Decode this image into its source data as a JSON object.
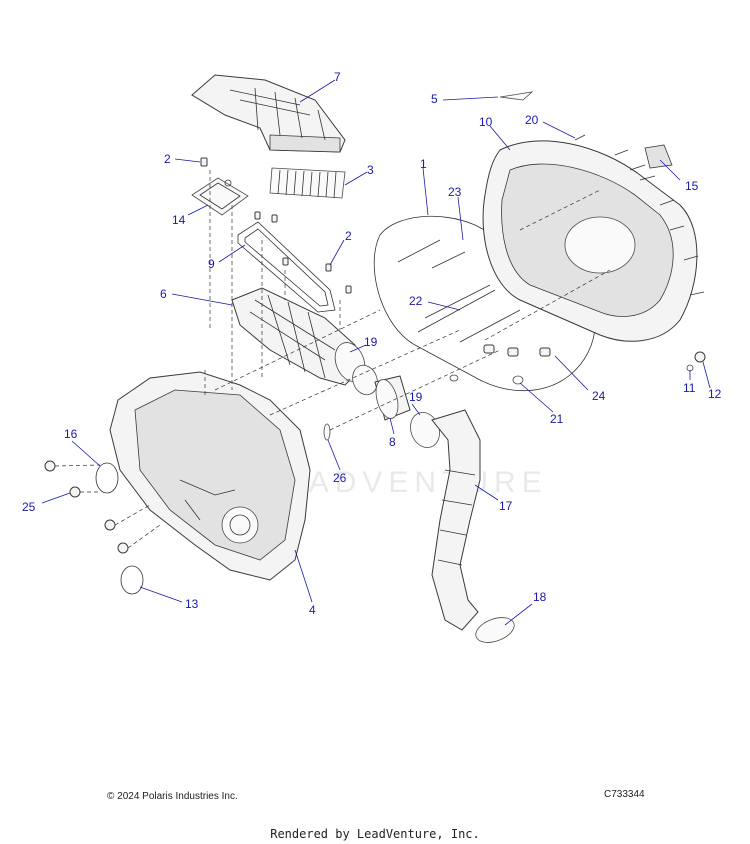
{
  "footer": {
    "copyright": "© 2024 Polaris Industries Inc.",
    "diagram_code": "C733344",
    "rendered_by": "Rendered by LeadVenture, Inc."
  },
  "watermark": "LEADVENTURE",
  "callouts": {
    "c1": "1",
    "c2a": "2",
    "c2b": "2",
    "c3": "3",
    "c4": "4",
    "c5": "5",
    "c6": "6",
    "c7": "7",
    "c8": "8",
    "c9": "9",
    "c10": "10",
    "c11": "11",
    "c12": "12",
    "c13": "13",
    "c14": "14",
    "c15": "15",
    "c16": "16",
    "c17": "17",
    "c18": "18",
    "c19a": "19",
    "c19b": "19",
    "c20": "20",
    "c21": "21",
    "c22": "22",
    "c23": "23",
    "c24": "24",
    "c25": "25",
    "c26": "26"
  },
  "colors": {
    "callout": "#1a1aa6",
    "line_art": "#3a3a3a"
  }
}
